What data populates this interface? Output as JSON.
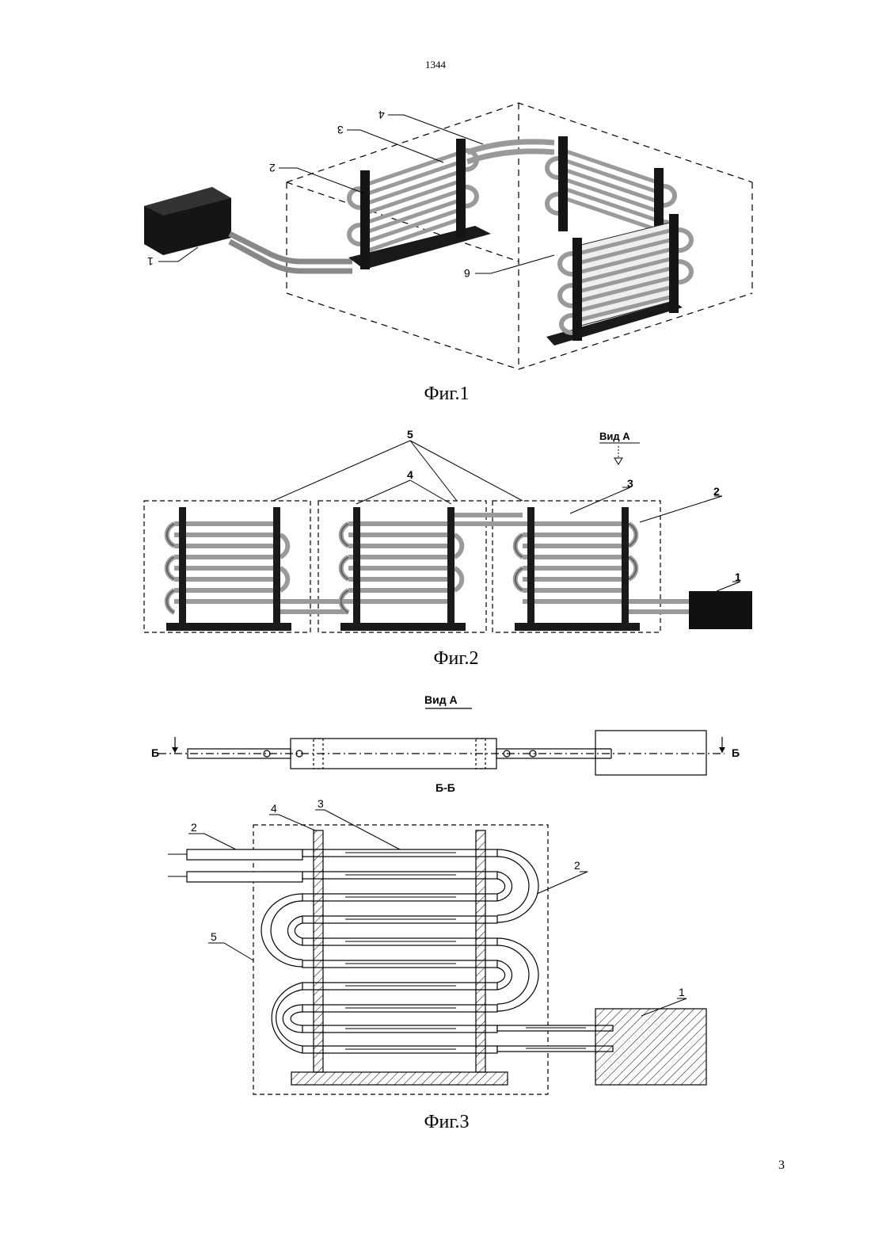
{
  "page": {
    "header_number": "1344",
    "page_number": "3"
  },
  "fig1": {
    "caption": "Фиг.1",
    "labels": [
      "1",
      "2",
      "3",
      "4",
      "6"
    ]
  },
  "fig2": {
    "caption": "Фиг.2",
    "view_label": "Вид А",
    "labels": [
      "1",
      "2",
      "3",
      "4",
      "5"
    ]
  },
  "fig3": {
    "caption": "Фиг.3",
    "view_label": "Вид А",
    "section_marker": "Б",
    "section_title": "Б-Б",
    "labels": [
      "1",
      "2",
      "2",
      "3",
      "4",
      "5"
    ]
  }
}
